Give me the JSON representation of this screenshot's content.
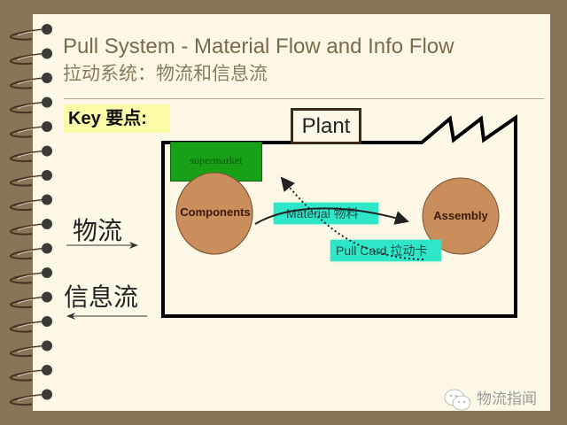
{
  "slide": {
    "title_en": "Pull System - Material Flow and Info Flow",
    "title_cn": "拉动系统：物流和信息流",
    "key_label": "Key 要点:"
  },
  "diagram": {
    "plant_label": "Plant",
    "supermarket_label": "supermarket",
    "components_label": "Components",
    "assembly_label": "Assembly",
    "material_label": "Material 物料",
    "pull_card_label": "Pull Card 拉动卡"
  },
  "legend": {
    "material_flow_label": "物流",
    "info_flow_label": "信息流"
  },
  "watermark": {
    "text": "物流指闻",
    "icon": "wechat-icon"
  },
  "colors": {
    "background": "#8b7358",
    "slide": "#fdf8e6",
    "key_highlight": "#fbfba8",
    "supermarket": "#18a018",
    "circle_fill": "#c98e5c",
    "tag_fill": "#2ee6c8"
  }
}
